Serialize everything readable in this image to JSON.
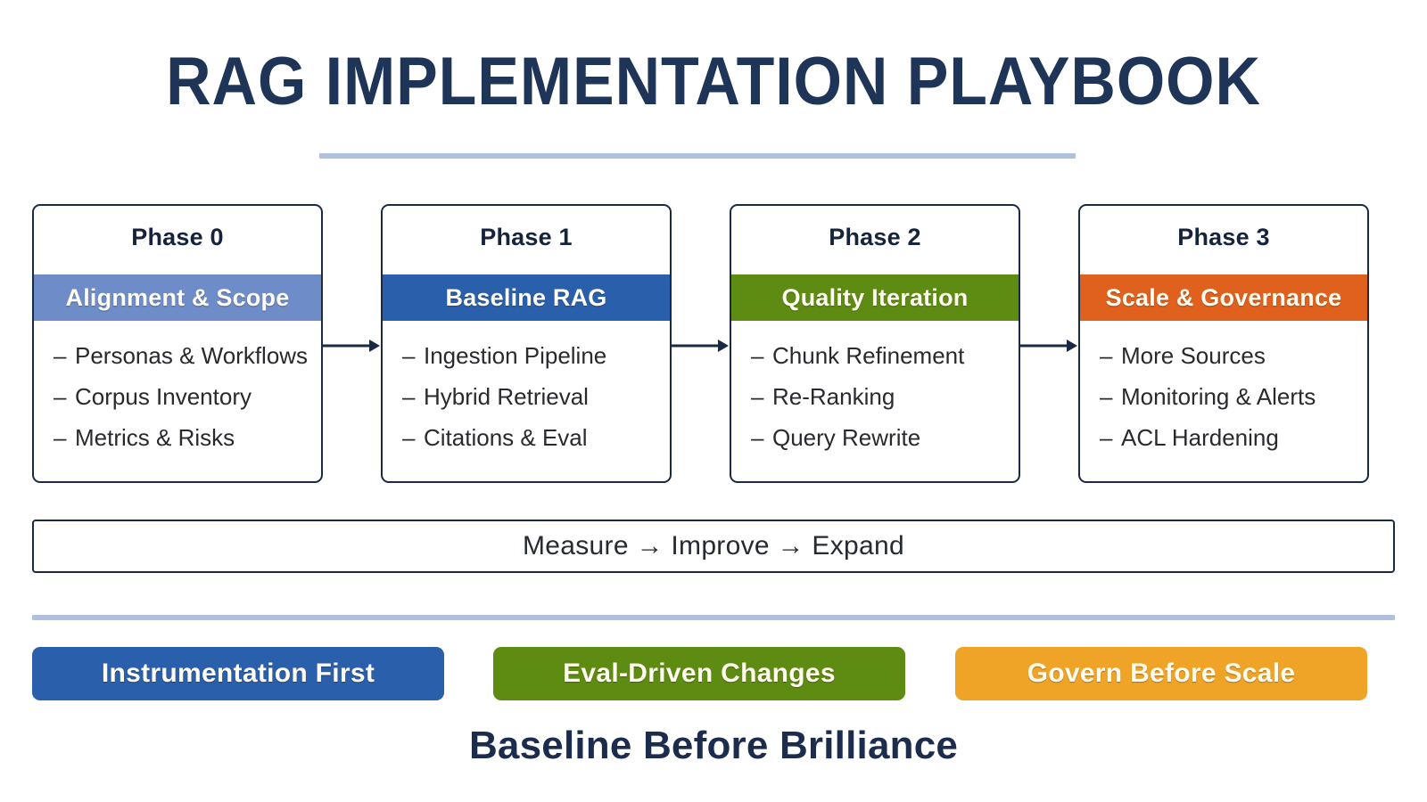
{
  "header": {
    "title": "RAG IMPLEMENTATION PLAYBOOK",
    "divider_color": "#AFC1DE"
  },
  "phases": [
    {
      "title": "Phase 0",
      "band_label": "Alignment & Scope",
      "band_color": "#6E8CC8",
      "items": [
        "Personas & Workflows",
        "Corpus Inventory",
        "Metrics & Risks"
      ]
    },
    {
      "title": "Phase 1",
      "band_label": "Baseline RAG",
      "band_color": "#2A5FAC",
      "items": [
        "Ingestion Pipeline",
        "Hybrid Retrieval",
        "Citations & Eval"
      ]
    },
    {
      "title": "Phase 2",
      "band_label": "Quality Iteration",
      "band_color": "#5E8C12",
      "items": [
        "Chunk Refinement",
        "Re-Ranking",
        "Query Rewrite"
      ]
    },
    {
      "title": "Phase 3",
      "band_label": "Scale & Governance",
      "band_color": "#E0601D",
      "items": [
        "More Sources",
        "Monitoring & Alerts",
        "ACL Hardening"
      ]
    }
  ],
  "connectors": {
    "icon": "arrow-right-icon",
    "count": 3,
    "color": "#1B2A44"
  },
  "cycle_bar": {
    "label": "Measure → Improve → Expand",
    "steps": [
      "Measure",
      "Improve",
      "Expand"
    ]
  },
  "lower_divider_color": "#AFC1DE",
  "pills": [
    {
      "label": "Instrumentation First",
      "color": "#2A5FAC"
    },
    {
      "label": "Eval-Driven Changes",
      "color": "#5E8C12"
    },
    {
      "label": "Govern Before Scale",
      "color": "#EFA427"
    }
  ],
  "tagline": "Baseline Before Brilliance",
  "palette": {
    "title_navy": "#1F3558",
    "card_border": "#1B2A44",
    "body_text": "#2A2A2E",
    "background": "#FFFFFF"
  },
  "bullet_glyph": "–"
}
